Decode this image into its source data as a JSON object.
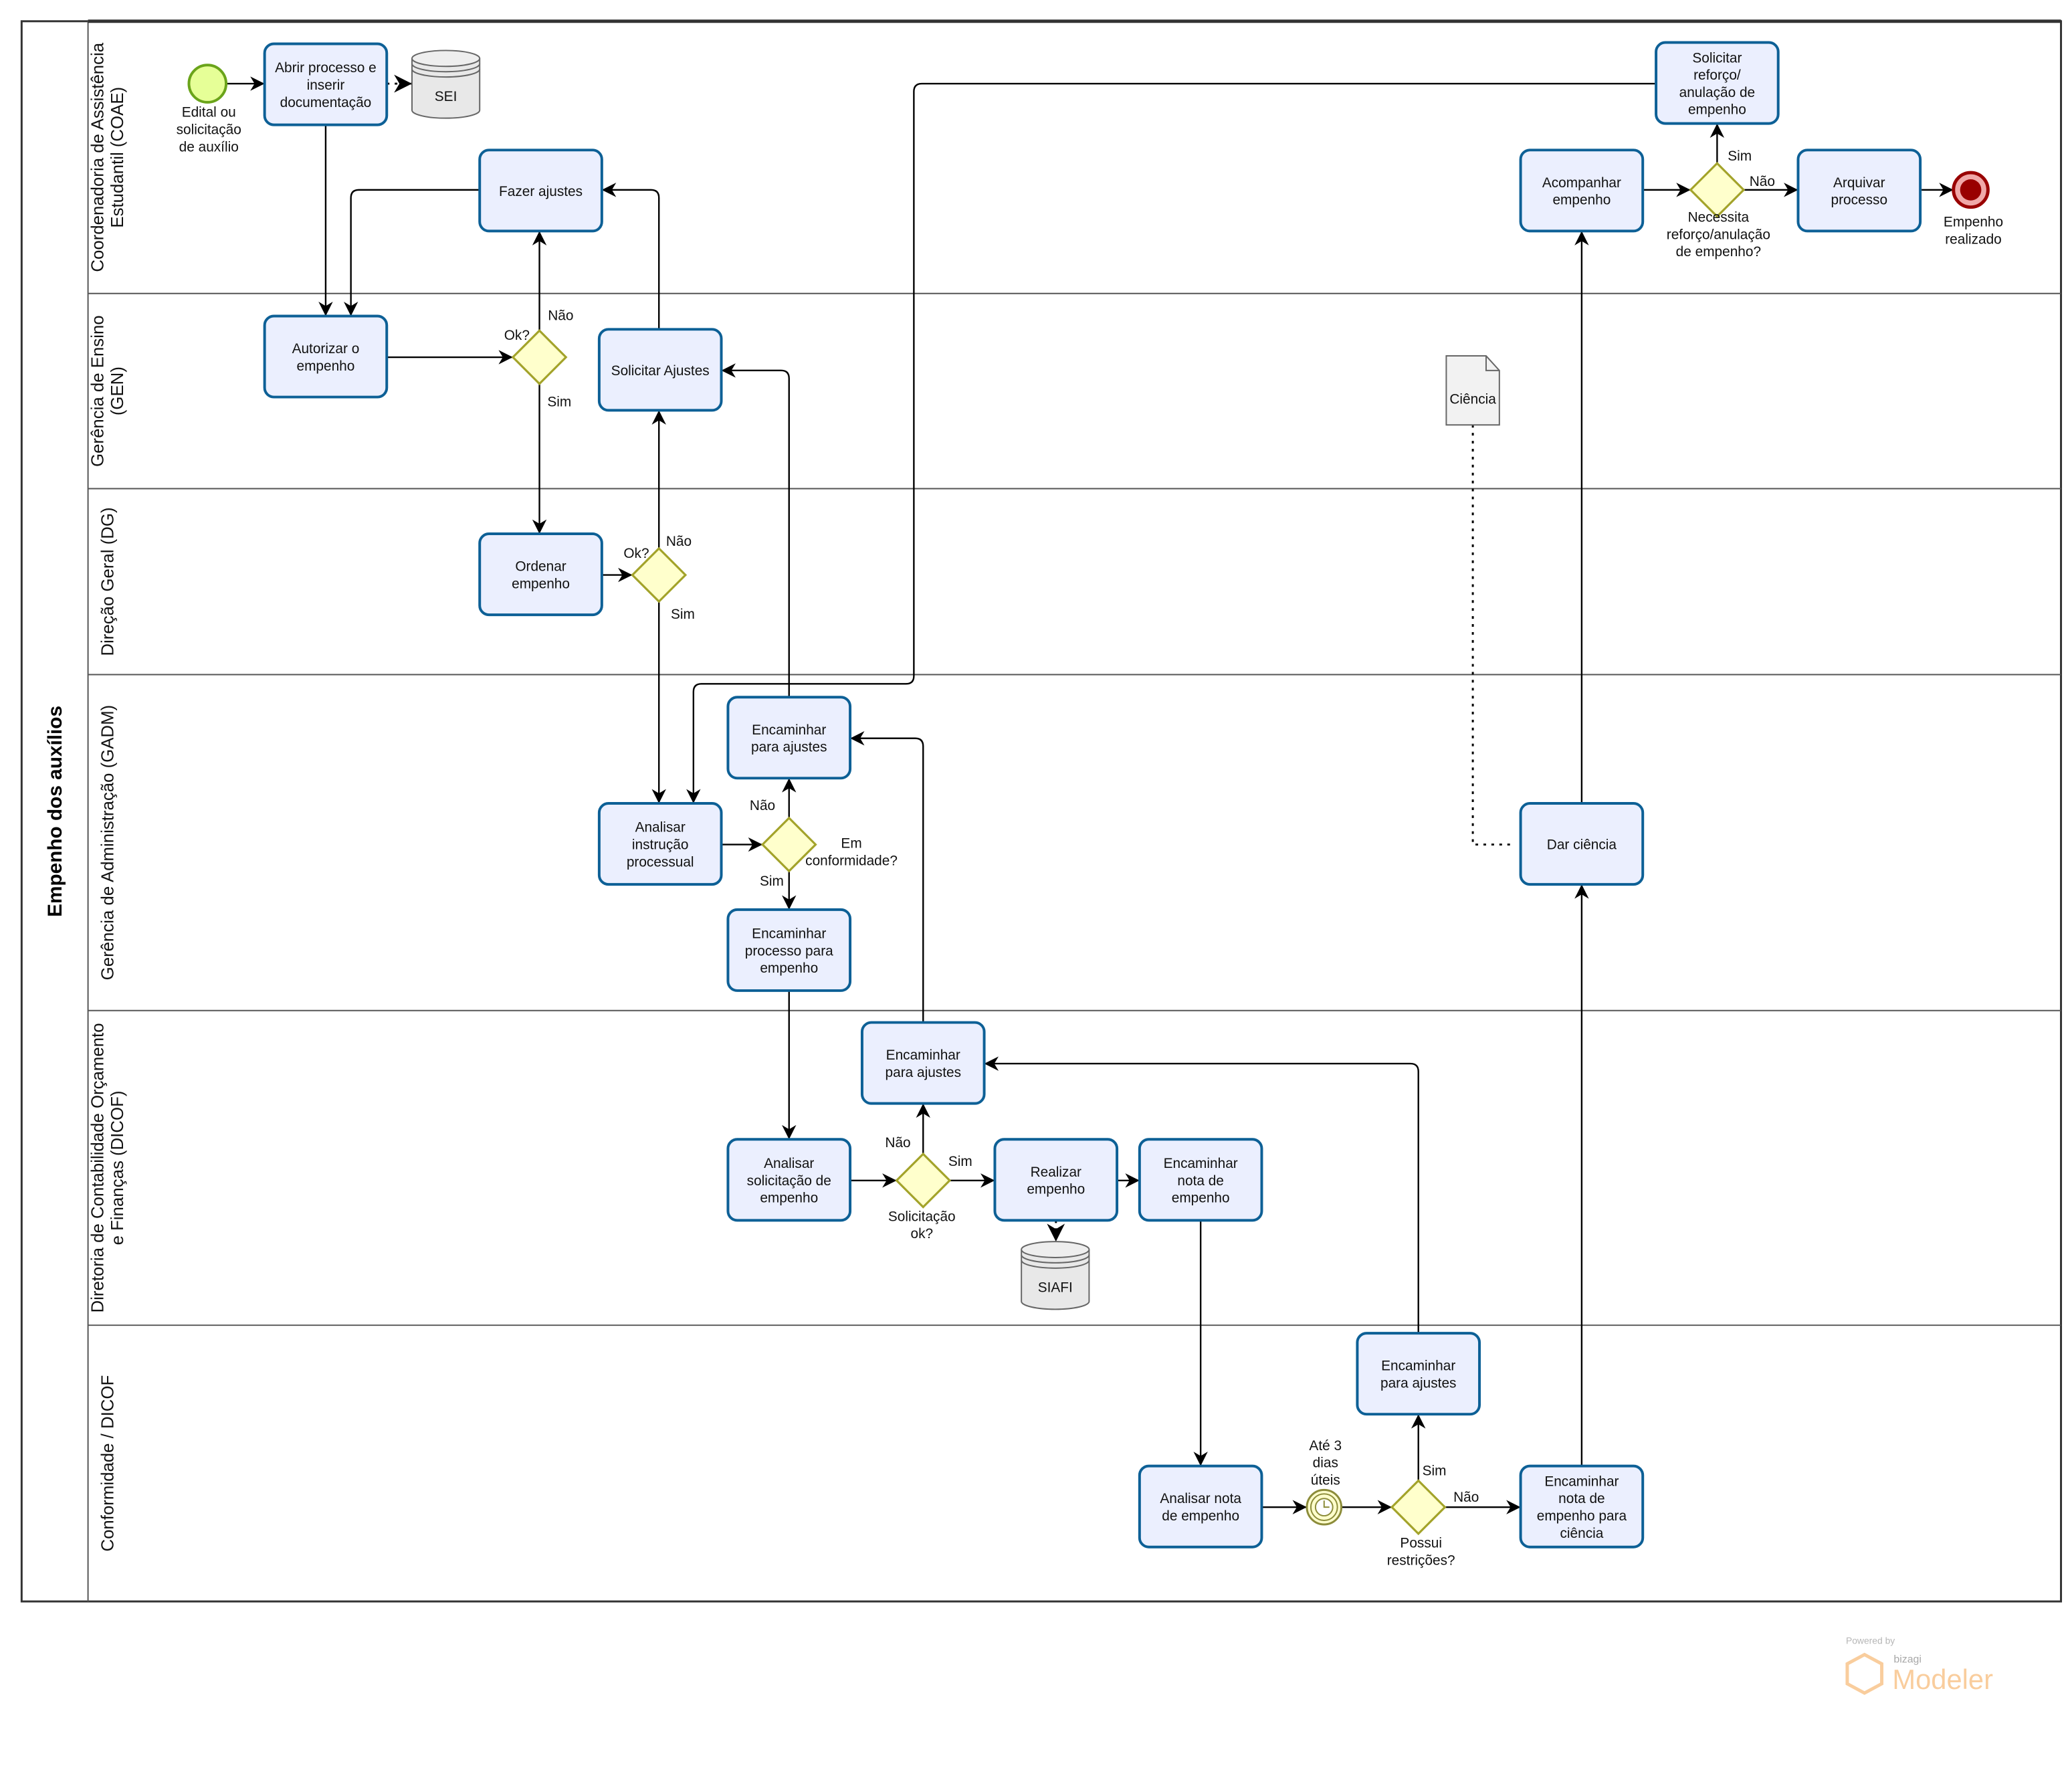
{
  "pool": {
    "title": "Empenho dos auxílios"
  },
  "lanes": [
    {
      "id": "coae",
      "lines": [
        "Coordenadoria de Assistência",
        "Estudantil (COAE)"
      ]
    },
    {
      "id": "gen",
      "lines": [
        "Gerência de Ensino",
        "(GEN)"
      ]
    },
    {
      "id": "dg",
      "lines": [
        "Direção Geral (DG)"
      ]
    },
    {
      "id": "gadm",
      "lines": [
        "Gerência de Administração (GADM)"
      ]
    },
    {
      "id": "dicof",
      "lines": [
        "Diretoria de Contabilidade Orçamento",
        "e Finanças (DICOF)"
      ]
    },
    {
      "id": "conf",
      "lines": [
        "Conformidade / DICOF"
      ]
    }
  ],
  "tasks": [
    {
      "id": "abrir",
      "lines": [
        "Abrir processo e",
        "inserir",
        "documentação"
      ]
    },
    {
      "id": "fazer",
      "lines": [
        "Fazer ajustes"
      ]
    },
    {
      "id": "autorizar",
      "lines": [
        "Autorizar o",
        "empenho"
      ]
    },
    {
      "id": "solicitarAj",
      "lines": [
        "Solicitar Ajustes"
      ]
    },
    {
      "id": "ordenar",
      "lines": [
        "Ordenar",
        "empenho"
      ]
    },
    {
      "id": "analisarInst",
      "lines": [
        "Analisar",
        "instrução",
        "processual"
      ]
    },
    {
      "id": "encAjGadm",
      "lines": [
        "Encaminhar",
        "para ajustes"
      ]
    },
    {
      "id": "encProc",
      "lines": [
        "Encaminhar",
        "processo para",
        "empenho"
      ]
    },
    {
      "id": "encAjDicof",
      "lines": [
        "Encaminhar",
        "para ajustes"
      ]
    },
    {
      "id": "analisarSol",
      "lines": [
        "Analisar",
        "solicitação de",
        "empenho"
      ]
    },
    {
      "id": "realizar",
      "lines": [
        "Realizar",
        "empenho"
      ]
    },
    {
      "id": "encNota",
      "lines": [
        "Encaminhar",
        "nota de",
        "empenho"
      ]
    },
    {
      "id": "analisarNota",
      "lines": [
        "Analisar nota",
        "de empenho"
      ]
    },
    {
      "id": "encAjConf",
      "lines": [
        "Encaminhar",
        "para ajustes"
      ]
    },
    {
      "id": "encNotaCi",
      "lines": [
        "Encaminhar",
        "nota de",
        "empenho para",
        "ciência"
      ]
    },
    {
      "id": "darCiencia",
      "lines": [
        "Dar ciência"
      ]
    },
    {
      "id": "acompanhar",
      "lines": [
        "Acompanhar",
        "empenho"
      ]
    },
    {
      "id": "solReforco",
      "lines": [
        "Solicitar",
        "reforço/",
        "anulação de",
        "empenho"
      ]
    },
    {
      "id": "arquivar",
      "lines": [
        "Arquivar",
        "processo"
      ]
    }
  ],
  "gateways": [
    {
      "id": "gwGen",
      "lines": [
        "Ok?"
      ]
    },
    {
      "id": "gwDg",
      "lines": [
        "Ok?"
      ]
    },
    {
      "id": "gwConf",
      "lines": [
        "Em",
        "conformidade?"
      ]
    },
    {
      "id": "gwSol",
      "lines": [
        "Solicitação",
        "ok?"
      ]
    },
    {
      "id": "gwRest",
      "lines": [
        "Possui",
        "restrições?"
      ]
    },
    {
      "id": "gwRef",
      "lines": [
        "Necessita",
        "reforço/anulação",
        "de empenho?"
      ]
    }
  ],
  "events": {
    "start": {
      "lines": [
        "Edital ou",
        "solicitação",
        "de auxílio"
      ]
    },
    "end": {
      "lines": [
        "Empenho",
        "realizado"
      ]
    },
    "timer": {
      "lines": [
        "Até 3",
        "dias",
        "úteis"
      ]
    }
  },
  "datastores": [
    {
      "id": "sei",
      "label": "SEI"
    },
    {
      "id": "siafi",
      "label": "SIAFI"
    }
  ],
  "document": {
    "label": "Ciência"
  },
  "flow_labels": [
    {
      "id": "l1",
      "text": "Não"
    },
    {
      "id": "l2",
      "text": "Sim"
    },
    {
      "id": "l3",
      "text": "Não"
    },
    {
      "id": "l4",
      "text": "Sim"
    },
    {
      "id": "l5",
      "text": "Não"
    },
    {
      "id": "l6",
      "text": "Sim"
    },
    {
      "id": "l7",
      "text": "Não"
    },
    {
      "id": "l8",
      "text": "Sim"
    },
    {
      "id": "l9",
      "text": "Sim"
    },
    {
      "id": "l10",
      "text": "Não"
    },
    {
      "id": "l11",
      "text": "Sim"
    },
    {
      "id": "l12",
      "text": "Não"
    }
  ],
  "watermark": {
    "powered": "Powered by",
    "brand": "bizagi",
    "product": "Modeler"
  },
  "colors": {
    "task_fill": "#ebeffe",
    "task_stroke": "#0d6096",
    "gateway_fill": "#ffffcc",
    "start_fill": "#e6ff97",
    "end_fill": "#990000"
  }
}
